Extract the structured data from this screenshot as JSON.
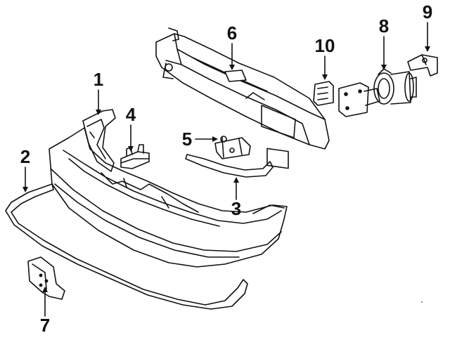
{
  "diagram": {
    "callouts": [
      {
        "id": "callout-1",
        "label": "1"
      },
      {
        "id": "callout-2",
        "label": "2"
      },
      {
        "id": "callout-3",
        "label": "3"
      },
      {
        "id": "callout-4",
        "label": "4"
      },
      {
        "id": "callout-5",
        "label": "5"
      },
      {
        "id": "callout-6",
        "label": "6"
      },
      {
        "id": "callout-7",
        "label": "7"
      },
      {
        "id": "callout-8",
        "label": "8"
      },
      {
        "id": "callout-9",
        "label": "9"
      },
      {
        "id": "callout-10",
        "label": "10"
      }
    ],
    "colors": {
      "line": "#111111",
      "background": "#ffffff"
    }
  }
}
